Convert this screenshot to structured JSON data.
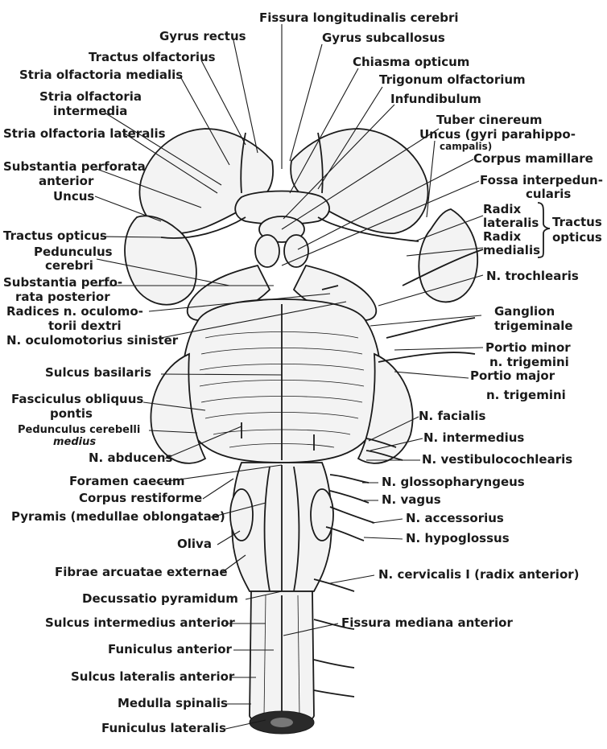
{
  "labels": {
    "fissura_longitudinalis": "Fissura longitudinalis cerebri",
    "gyrus_rectus": "Gyrus rectus",
    "gyrus_subcallosus": "Gyrus subcallosus",
    "tractus_olfactorius": "Tractus olfactorius",
    "chiasma_opticum": "Chiasma opticum",
    "stria_olf_medialis": "Stria olfactoria medialis",
    "trigonum_olfactorium": "Trigonum olfactorium",
    "stria_olf_intermedia_1": "Stria olfactoria",
    "stria_olf_intermedia_2": "intermedia",
    "infundibulum": "Infundibulum",
    "tuber_cinereum": "Tuber cinereum",
    "uncus_gyri_1": "Uncus (gyri parahippo-",
    "uncus_gyri_2": "campalis)",
    "stria_olf_lateralis": "Stria olfactoria lateralis",
    "corpus_mamillare": "Corpus mamillare",
    "subst_perf_ant_1": "Substantia perforata",
    "subst_perf_ant_2": "anterior",
    "fossa_interped_1": "Fossa interpedun-",
    "fossa_interped_2": "cularis",
    "uncus": "Uncus",
    "radix_lateralis_1": "Radix",
    "radix_lateralis_2": "lateralis",
    "tractus_opticus_r_1": "Tractus",
    "tractus_opticus_r_2": "opticus",
    "tractus_opticus": "Tractus opticus",
    "radix_medialis_1": "Radix",
    "radix_medialis_2": "medialis",
    "pedunculus_cerebri_1": "Pedunculus",
    "pedunculus_cerebri_2": "cerebri",
    "subst_perf_post_1": "Substantia perfo-",
    "subst_perf_post_2": "rata posterior",
    "n_trochlearis": "N. trochlearis",
    "radices_oculomot_1": "Radices n. oculomo-",
    "radices_oculomot_2": "torii dextri",
    "ganglion_trig_1": "Ganglion",
    "ganglion_trig_2": "trigeminale",
    "n_oculomotorius_sin": "N. oculomotorius sinister",
    "portio_minor_1": "Portio minor",
    "portio_minor_2": "n. trigemini",
    "sulcus_basilaris": "Sulcus basilaris",
    "portio_major_1": "Portio major",
    "portio_major_2": "n. trigemini",
    "fasc_obliquus_1": "Fasciculus obliquus",
    "fasc_obliquus_2": "pontis",
    "n_facialis": "N. facialis",
    "ped_cerebelli_1": "Pedunculus cerebelli",
    "ped_cerebelli_2": "medius",
    "n_intermedius": "N. intermedius",
    "n_abducens": "N. abducens",
    "n_vestibulocochlearis": "N. vestibulocochlearis",
    "foramen_caecum": "Foramen caecum",
    "n_glossopharyngeus": "N. glossopharyngeus",
    "corpus_restiforme": "Corpus restiforme",
    "n_vagus": "N. vagus",
    "pyramis": "Pyramis (medullae oblongatae)",
    "n_accessorius": "N. accessorius",
    "n_hypoglossus": "N. hypoglossus",
    "oliva": "Oliva",
    "fibrae_arcuatae": "Fibrae arcuatae externae",
    "n_cervicalis": "N. cervicalis I (radix anterior)",
    "decussatio": "Decussatio pyramidum",
    "sulcus_intermedius": "Sulcus intermedius anterior",
    "fissura_mediana": "Fissura mediana anterior",
    "funiculus_anterior": "Funiculus anterior",
    "sulcus_lateralis": "Sulcus lateralis anterior",
    "medulla_spinalis": "Medulla spinalis",
    "funiculus_lateralis": "Funiculus lateralis"
  }
}
